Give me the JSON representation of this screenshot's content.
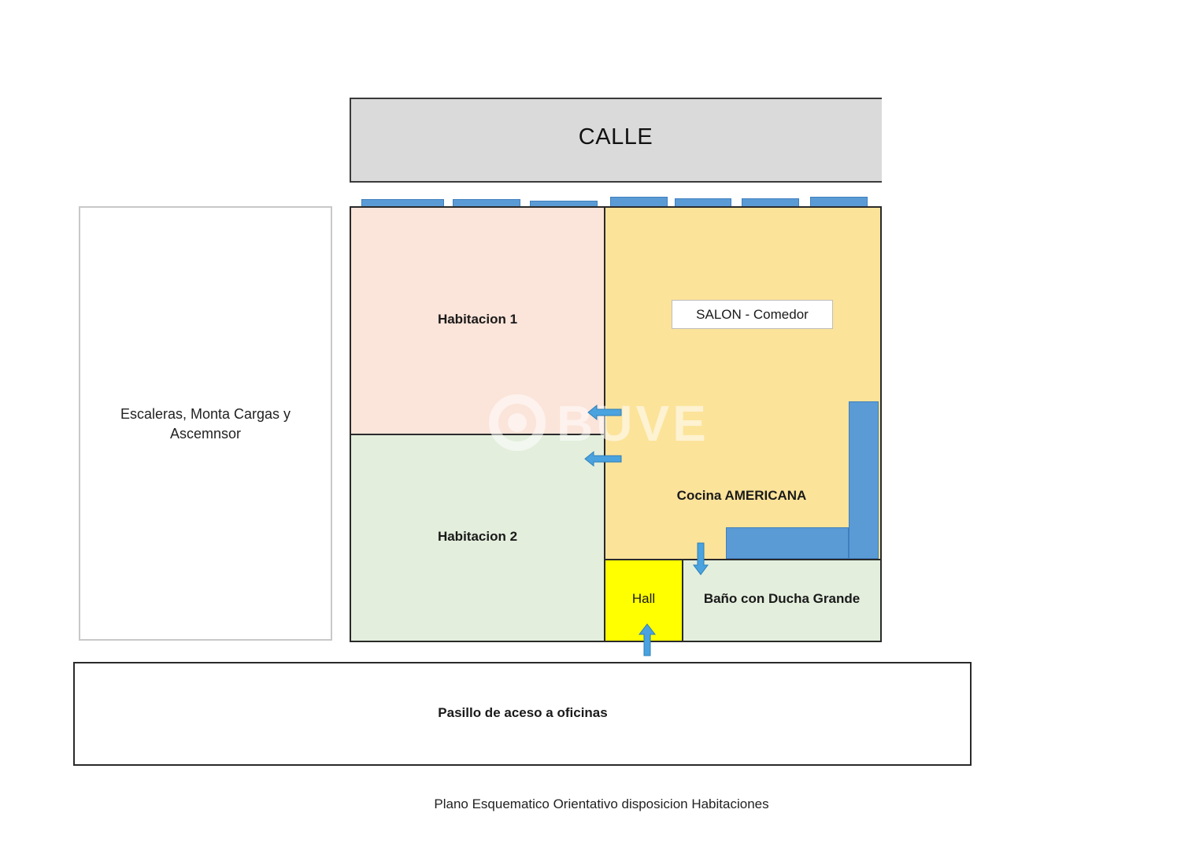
{
  "street": {
    "label": "CALLE"
  },
  "stairs": {
    "line1": "Escaleras, Monta Cargas   y",
    "line2": "Ascemnsor"
  },
  "rooms": {
    "habitacion1": "Habitacion 1",
    "habitacion2": "Habitacion 2",
    "salon": "SALON - Comedor",
    "cocina": "Cocina AMERICANA",
    "hall": "Hall",
    "bano": "Baño con Ducha Grande"
  },
  "corridor": {
    "label": "Pasillo  de aceso a oficinas"
  },
  "caption": "Plano Esquematico Orientativo disposicion Habitaciones",
  "watermark": {
    "brand": "BUVE"
  },
  "colors": {
    "street": "#dadada",
    "habitacion1": "#fbe4d9",
    "habitacion2": "#e3eedc",
    "salon": "#fce39a",
    "hall": "#ffff00",
    "bano": "#e3eedc",
    "fixtures": "#5a9bd5"
  }
}
